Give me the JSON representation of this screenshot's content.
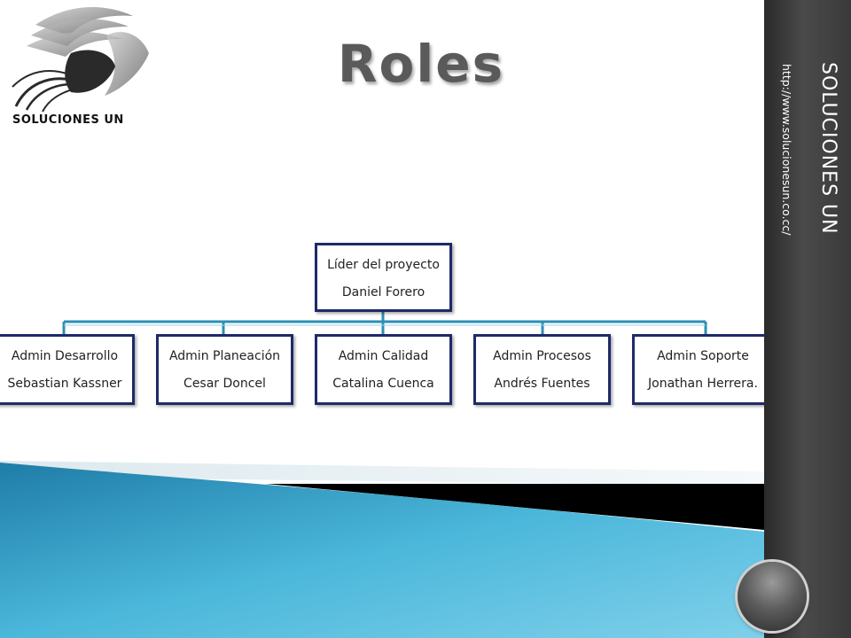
{
  "title": "Roles",
  "logo": {
    "text": "SOLUCIONES UN"
  },
  "sidebar": {
    "brand": "SOLUCIONES UN",
    "url": "http://www.solucionesun.co.cc/"
  },
  "org_chart": {
    "root": {
      "role": "Líder del proyecto",
      "name": "Daniel Forero"
    },
    "children": [
      {
        "role": "Admin Desarrollo",
        "name": "Sebastian  Kassner"
      },
      {
        "role": "Admin Planeación",
        "name": "Cesar Doncel"
      },
      {
        "role": "Admin Calidad",
        "name": "Catalina Cuenca"
      },
      {
        "role": "Admin Procesos",
        "name": "Andrés Fuentes"
      },
      {
        "role": "Admin Soporte",
        "name": "Jonathan Herrera."
      }
    ]
  },
  "colors": {
    "box_border": "#1e2a68",
    "connector": "#2b8fb5",
    "bar": "#3a3a3a",
    "wave_blue": "#3ba9cf"
  }
}
